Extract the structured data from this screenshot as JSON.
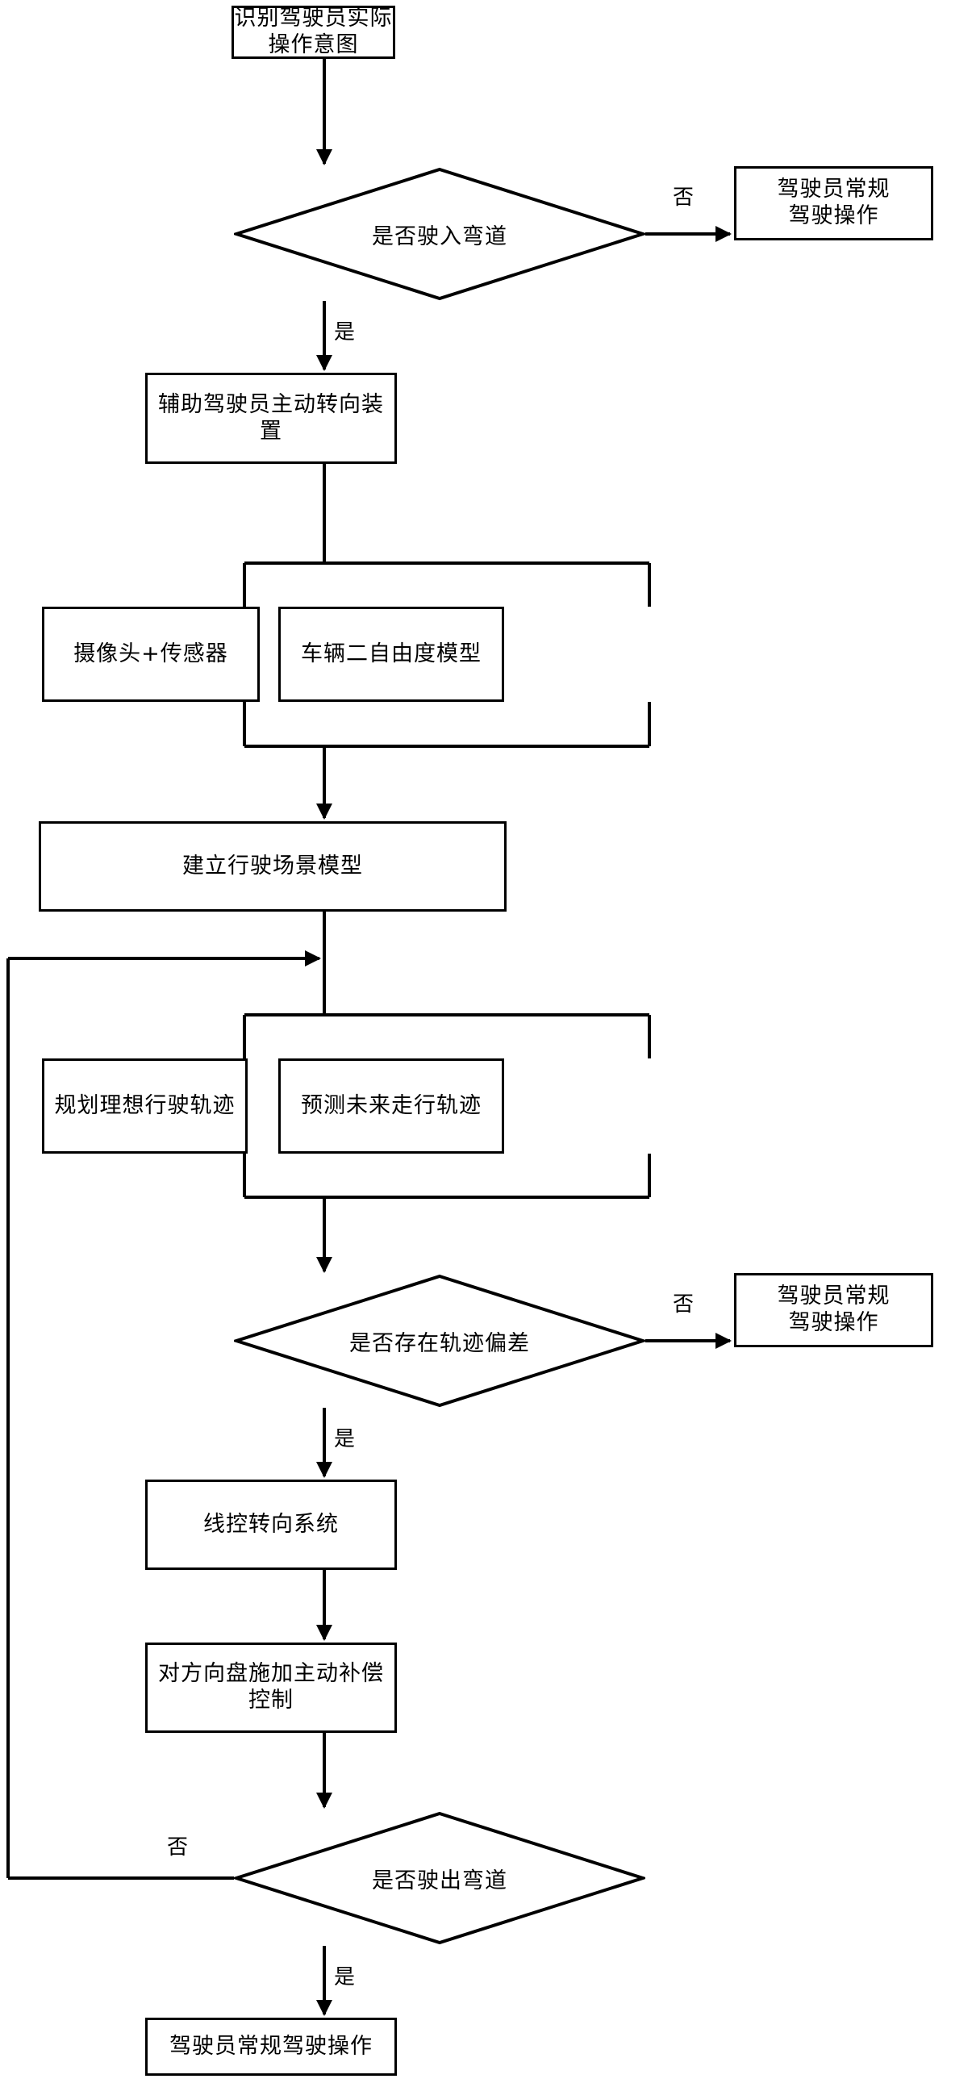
{
  "diagram": {
    "type": "flowchart",
    "title": "驾驶员弯道主动转向辅助控制流程图",
    "language": "zh-CN",
    "orientation": "top-to-bottom",
    "background_color": "#ffffff",
    "line_color": "#000000",
    "text_color": "#000000"
  },
  "nodes": [
    {
      "id": "n1",
      "shape": "process",
      "label": "识别驾驶员实际操作意图"
    },
    {
      "id": "n2",
      "shape": "decision",
      "label": "是否驶入弯道"
    },
    {
      "id": "n3",
      "shape": "process",
      "label": "驾驶员常规\n驾驶操作"
    },
    {
      "id": "n4",
      "shape": "process",
      "label": "辅助驾驶员主动转向装置"
    },
    {
      "id": "n5",
      "shape": "process",
      "label": "摄像头+传感器"
    },
    {
      "id": "n6",
      "shape": "process",
      "label": "车辆二自由度模型"
    },
    {
      "id": "n7",
      "shape": "process",
      "label": "建立行驶场景模型"
    },
    {
      "id": "n8",
      "shape": "process",
      "label": "规划理想行驶轨迹"
    },
    {
      "id": "n9",
      "shape": "process",
      "label": "预测未来走行轨迹"
    },
    {
      "id": "n10",
      "shape": "decision",
      "label": "是否存在轨迹偏差"
    },
    {
      "id": "n11",
      "shape": "process",
      "label": "驾驶员常规\n驾驶操作"
    },
    {
      "id": "n12",
      "shape": "process",
      "label": "线控转向系统"
    },
    {
      "id": "n13",
      "shape": "process",
      "label": "对方向盘施加主动补偿控制"
    },
    {
      "id": "n14",
      "shape": "decision",
      "label": "是否驶出弯道"
    },
    {
      "id": "n15",
      "shape": "process",
      "label": "驾驶员常规驾驶操作"
    }
  ],
  "edge_labels": {
    "e2_no": "否",
    "e2_yes": "是",
    "e10_no": "否",
    "e10_yes": "是",
    "e14_no": "否",
    "e14_yes": "是"
  },
  "edges": [
    {
      "from": "n1",
      "to": "n2",
      "label": ""
    },
    {
      "from": "n2",
      "to": "n3",
      "label": "否"
    },
    {
      "from": "n2",
      "to": "n4",
      "label": "是"
    },
    {
      "from": "n4",
      "to": "n5",
      "label": ""
    },
    {
      "from": "n4",
      "to": "n6",
      "label": ""
    },
    {
      "from": "n5",
      "to": "n7",
      "label": ""
    },
    {
      "from": "n6",
      "to": "n7",
      "label": ""
    },
    {
      "from": "n7",
      "to": "n8",
      "label": ""
    },
    {
      "from": "n7",
      "to": "n9",
      "label": ""
    },
    {
      "from": "n8",
      "to": "n10",
      "label": ""
    },
    {
      "from": "n9",
      "to": "n10",
      "label": ""
    },
    {
      "from": "n10",
      "to": "n11",
      "label": "否"
    },
    {
      "from": "n10",
      "to": "n12",
      "label": "是"
    },
    {
      "from": "n12",
      "to": "n13",
      "label": ""
    },
    {
      "from": "n13",
      "to": "n14",
      "label": ""
    },
    {
      "from": "n14",
      "to": "n7",
      "label": "否"
    },
    {
      "from": "n14",
      "to": "n15",
      "label": "是"
    }
  ]
}
